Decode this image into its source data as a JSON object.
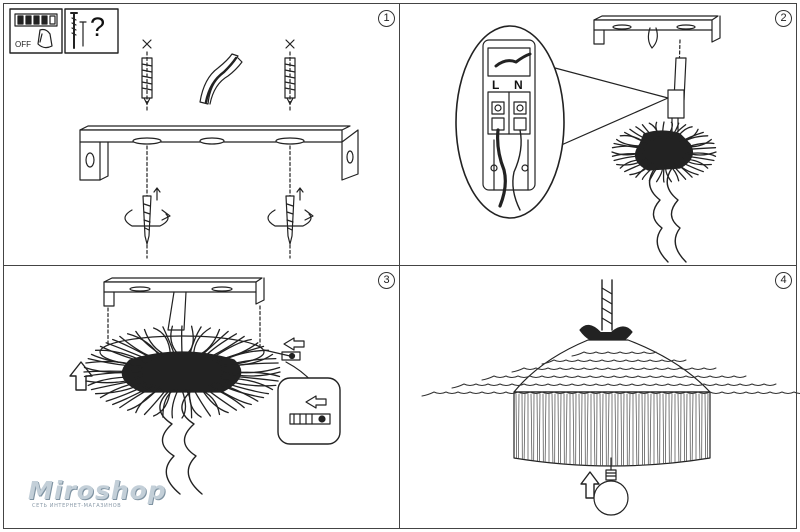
{
  "panels": [
    {
      "number": "1"
    },
    {
      "number": "2"
    },
    {
      "number": "3"
    },
    {
      "number": "4"
    }
  ],
  "step1": {
    "switch_label": "OFF",
    "question_mark": "?",
    "screw_icon": "screw-icon",
    "anchor_icon": "wall-anchor-icon"
  },
  "step2": {
    "terminal_left": "L",
    "terminal_right": "N"
  },
  "watermark": {
    "brand": "Miroshop",
    "tagline": "СЕТЬ ИНТЕРНЕТ-МАГАЗИНОВ"
  },
  "colors": {
    "line": "#222222",
    "panel_border": "#444444",
    "watermark": "#c3cfd8"
  }
}
